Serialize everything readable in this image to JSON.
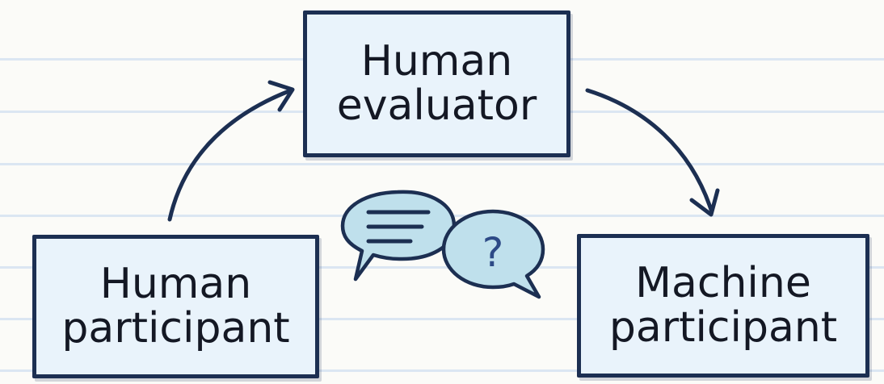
{
  "nodes": {
    "evaluator": {
      "line1": "Human",
      "line2": "evaluator"
    },
    "human_participant": {
      "line1": "Human",
      "line2": "participant"
    },
    "machine_participant": {
      "line1": "Machine",
      "line2": "participant"
    }
  },
  "bubbles": {
    "question_mark": "?"
  },
  "colors": {
    "ink": "#1c2f52",
    "box_fill": "#e9f3fb",
    "bubble_fill": "#bfe0ec",
    "paper": "#fbfbf8",
    "rule": "#dbe6f2"
  },
  "icons": [
    "speech-bubble-icon",
    "question-bubble-icon",
    "arrow-icon"
  ]
}
